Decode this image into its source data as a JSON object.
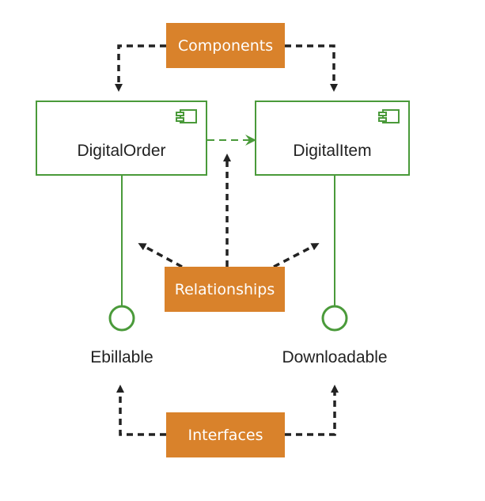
{
  "labels": {
    "components": "Components",
    "relationships": "Relationships",
    "interfaces": "Interfaces"
  },
  "components": [
    {
      "name": "DigitalOrder",
      "interface": "Ebillable"
    },
    {
      "name": "DigitalItem",
      "interface": "Downloadable"
    }
  ],
  "colors": {
    "label_bg": "#d9822b",
    "component_border": "#4a9a3a",
    "arrow_dark": "#222222"
  },
  "icons": {
    "component": "component-icon",
    "interface": "lollipop-interface-icon"
  }
}
